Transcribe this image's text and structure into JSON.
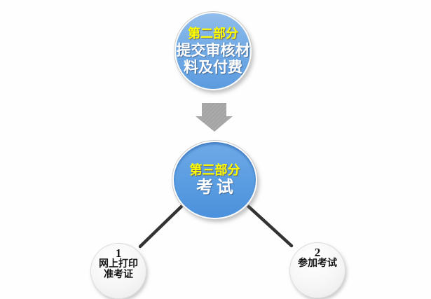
{
  "diagram": {
    "step2": {
      "part": "第二部分",
      "title_line1": "提交审核材",
      "title_line2": "料及付费"
    },
    "step3": {
      "part": "第三部分",
      "title": "考试"
    },
    "substeps": [
      {
        "number": "1",
        "line1": "网上打印",
        "line2": "准考证"
      },
      {
        "number": "2",
        "line1": "参加考试"
      }
    ],
    "icons": {
      "down_arrow_icon": "block-down-arrow"
    },
    "colors": {
      "node_blue_light": "#90bdec",
      "node_blue_dark": "#4b91dc",
      "part_label_yellow": "#ffff00",
      "title_white": "#ffffff",
      "arrow_gray": "#a8a8a8",
      "connector_dark": "#333333",
      "sub_node_fill": "#f4f4f4",
      "background": "#fdfefd"
    }
  }
}
